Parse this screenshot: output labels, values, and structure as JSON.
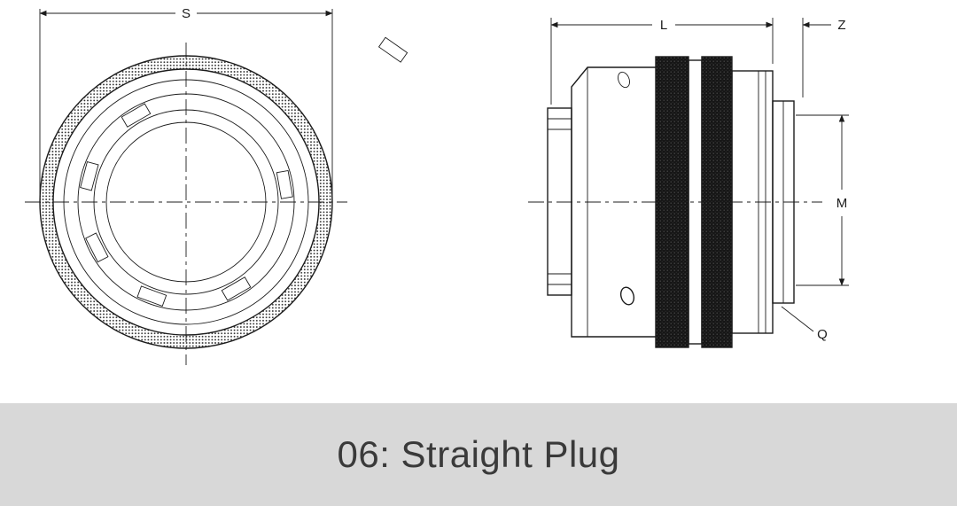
{
  "caption": "06: Straight Plug",
  "dims": {
    "s": "S",
    "l": "L",
    "z": "Z",
    "m": "M",
    "q": "Q"
  },
  "colors": {
    "line": "#1c1c1c",
    "caption_bg": "#d8d8d8",
    "caption_text": "#3a3a3a"
  }
}
